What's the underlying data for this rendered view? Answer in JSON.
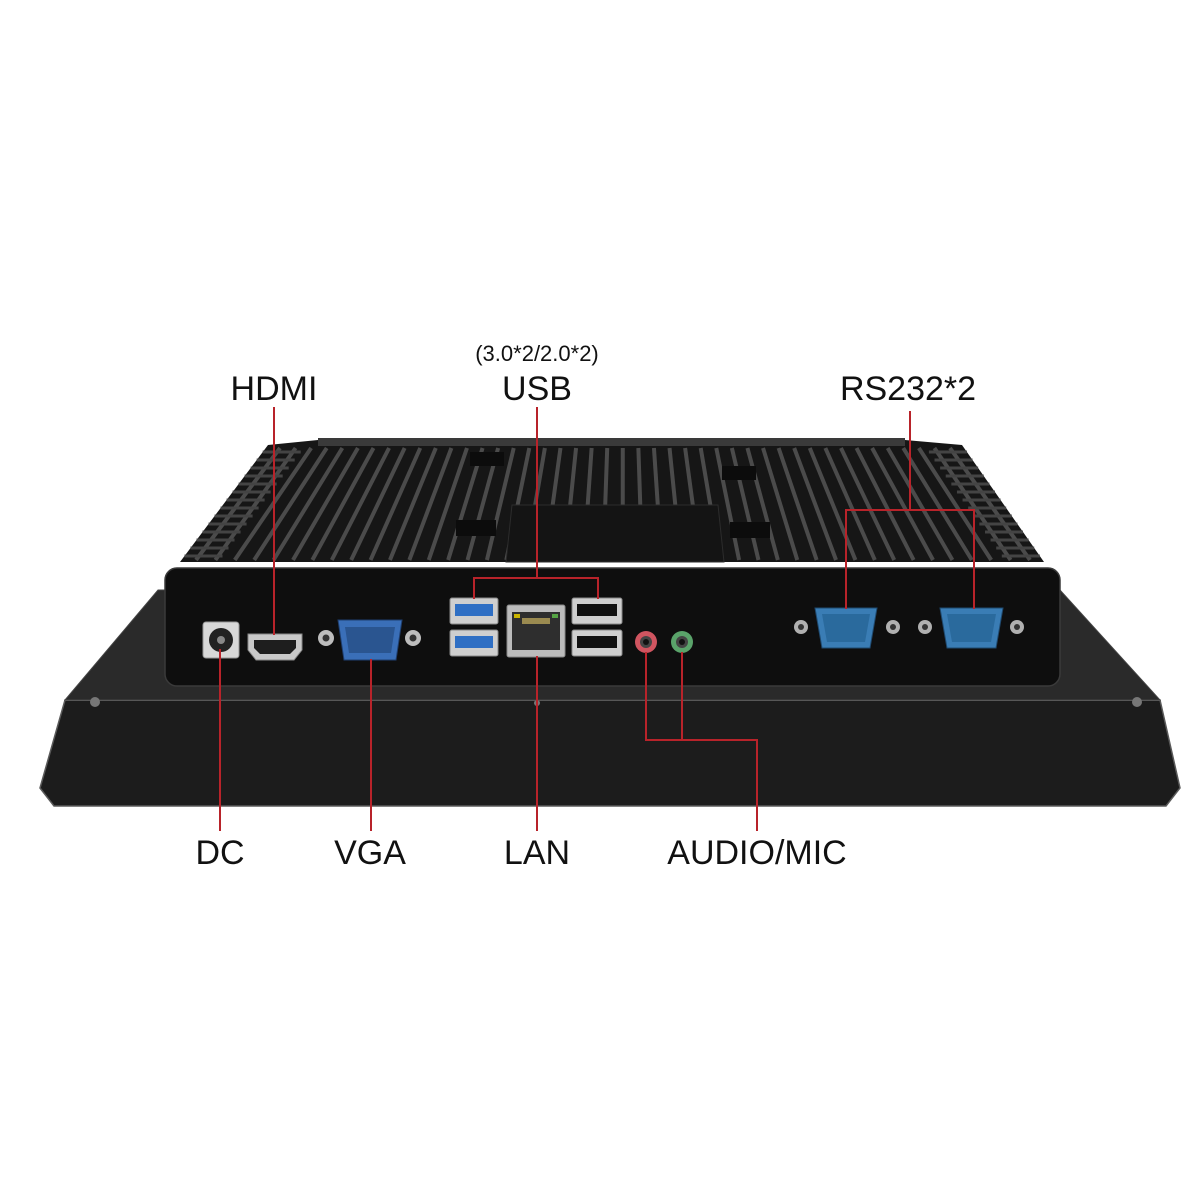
{
  "labels": {
    "hdmi": "HDMI",
    "usb_spec": "(3.0*2/2.0*2)",
    "usb": "USB",
    "rs232": "RS232*2",
    "dc": "DC",
    "vga": "VGA",
    "lan": "LAN",
    "audio_mic": "AUDIO/MIC"
  },
  "colors": {
    "background": "#ffffff",
    "callout": "#b8232a",
    "usb3_blue": "#2f6fc4",
    "vga_blue": "#3a6fb8",
    "serial_blue": "#3a7db5",
    "audio_red": "#d05560",
    "audio_green": "#5aa36a"
  }
}
